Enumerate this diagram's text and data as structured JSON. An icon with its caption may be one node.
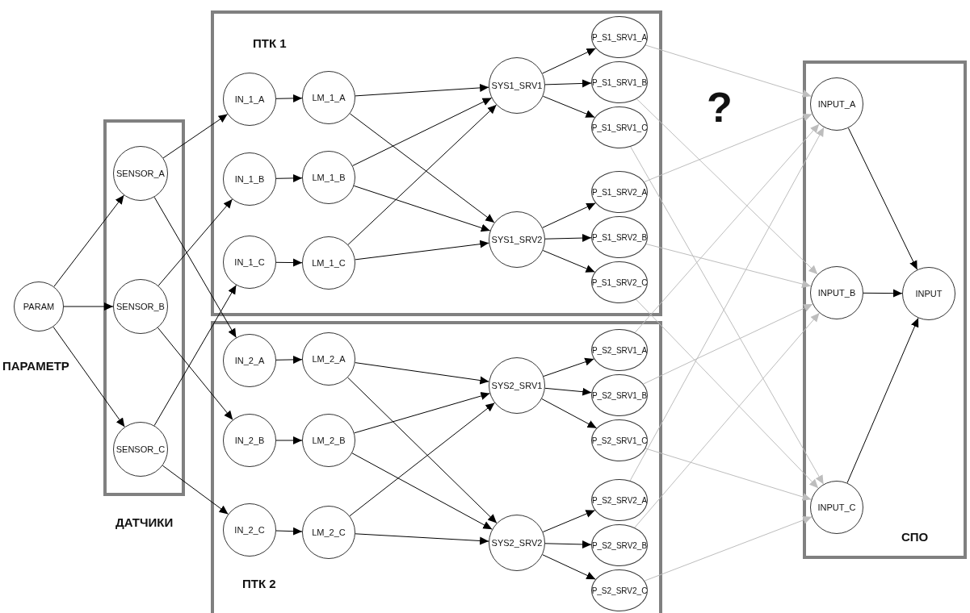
{
  "diagram": {
    "nodes": [
      {
        "text": [
          "PARAM"
        ],
        "beside": [
          "ПАРАМЕТР"
        ]
      },
      {
        "text": [
          "ДАТЧИКИ"
        ]
      },
      {
        "text": [
          "SENSOR_A"
        ],
        "in": 1
      },
      {
        "text": [
          "SENSOR_B"
        ],
        "in": 1
      },
      {
        "text": [
          "SENSOR_C"
        ],
        "in": 1
      },
      {
        "text": [
          "ПТК 1"
        ]
      },
      {
        "text": [
          "IN_1_A"
        ],
        "in": 5
      },
      {
        "text": [
          "IN_1_B"
        ],
        "in": 5
      },
      {
        "text": [
          "IN_1_C"
        ],
        "in": 5
      },
      {
        "text": [
          "LM_1_A"
        ],
        "in": 5
      },
      {
        "text": [
          "LM_1_B"
        ],
        "in": 5
      },
      {
        "text": [
          "LM_1_C"
        ],
        "in": 5
      },
      {
        "text": [
          "SYS1_SRV1"
        ],
        "in": 5
      },
      {
        "text": [
          "SYS1_SRV2"
        ],
        "in": 5
      },
      {
        "text": [
          "P_S1_SRV1_A"
        ],
        "in": 5
      },
      {
        "text": [
          "P_S1_SRV1_B"
        ],
        "in": 5
      },
      {
        "text": [
          "P_S1_SRV1_C"
        ],
        "in": 5
      },
      {
        "text": [
          "P_S1_SRV2_A"
        ],
        "in": 5
      },
      {
        "text": [
          "P_S1_SRV2_B"
        ],
        "in": 5
      },
      {
        "text": [
          "P_S1_SRV2_C"
        ],
        "in": 5
      },
      {
        "text": [
          "ПТК 2"
        ]
      },
      {
        "text": [
          "IN_2_A"
        ],
        "in": 20
      },
      {
        "text": [
          "IN_2_B"
        ],
        "in": 20
      },
      {
        "text": [
          "IN_2_C"
        ],
        "in": 20
      },
      {
        "text": [
          "LM_2_A"
        ],
        "in": 20
      },
      {
        "text": [
          "LM_2_B"
        ],
        "in": 20
      },
      {
        "text": [
          "LM_2_C"
        ],
        "in": 20
      },
      {
        "text": [
          "SYS2_SRV1"
        ],
        "in": 20
      },
      {
        "text": [
          "SYS2_SRV2"
        ],
        "in": 20
      },
      {
        "text": [
          "P_S2_SRV1_A"
        ],
        "in": 20
      },
      {
        "text": [
          "P_S2_SRV1_B"
        ],
        "in": 20
      },
      {
        "text": [
          "P_S2_SRV1_C"
        ],
        "in": 20
      },
      {
        "text": [
          "P_S2_SRV2_A"
        ],
        "in": 20
      },
      {
        "text": [
          "P_S2_SRV2_B"
        ],
        "in": 20
      },
      {
        "text": [
          "P_S2_SRV2_C"
        ],
        "in": 20
      },
      {
        "text": [
          "СПО"
        ]
      },
      {
        "text": [
          "INPUT_A"
        ],
        "in": 35
      },
      {
        "text": [
          "INPUT_B"
        ],
        "in": 35
      },
      {
        "text": [
          "INPUT_C"
        ],
        "in": 35
      },
      {
        "text": [
          "INPUT"
        ],
        "in": 35
      }
    ],
    "edges": [
      {
        "from": 0,
        "to": 2,
        "arrow": "to"
      },
      {
        "from": 0,
        "to": 3,
        "arrow": "to"
      },
      {
        "from": 0,
        "to": 4,
        "arrow": "to"
      },
      {
        "from": 2,
        "to": 6,
        "arrow": "to"
      },
      {
        "from": 2,
        "to": 21,
        "arrow": "to"
      },
      {
        "from": 3,
        "to": 7,
        "arrow": "to"
      },
      {
        "from": 3,
        "to": 22,
        "arrow": "to"
      },
      {
        "from": 4,
        "to": 8,
        "arrow": "to"
      },
      {
        "from": 4,
        "to": 23,
        "arrow": "to"
      },
      {
        "from": 6,
        "to": 9,
        "arrow": "to"
      },
      {
        "from": 7,
        "to": 10,
        "arrow": "to"
      },
      {
        "from": 8,
        "to": 11,
        "arrow": "to"
      },
      {
        "from": 9,
        "to": 12,
        "arrow": "to"
      },
      {
        "from": 9,
        "to": 13,
        "arrow": "to"
      },
      {
        "from": 10,
        "to": 12,
        "arrow": "to"
      },
      {
        "from": 10,
        "to": 13,
        "arrow": "to"
      },
      {
        "from": 11,
        "to": 12,
        "arrow": "to"
      },
      {
        "from": 11,
        "to": 13,
        "arrow": "to"
      },
      {
        "from": 12,
        "to": 14,
        "arrow": "to"
      },
      {
        "from": 12,
        "to": 15,
        "arrow": "to"
      },
      {
        "from": 12,
        "to": 16,
        "arrow": "to"
      },
      {
        "from": 13,
        "to": 17,
        "arrow": "to"
      },
      {
        "from": 13,
        "to": 18,
        "arrow": "to"
      },
      {
        "from": 13,
        "to": 19,
        "arrow": "to"
      },
      {
        "from": 21,
        "to": 24,
        "arrow": "to"
      },
      {
        "from": 22,
        "to": 25,
        "arrow": "to"
      },
      {
        "from": 23,
        "to": 26,
        "arrow": "to"
      },
      {
        "from": 24,
        "to": 27,
        "arrow": "to"
      },
      {
        "from": 24,
        "to": 28,
        "arrow": "to"
      },
      {
        "from": 25,
        "to": 27,
        "arrow": "to"
      },
      {
        "from": 25,
        "to": 28,
        "arrow": "to"
      },
      {
        "from": 26,
        "to": 27,
        "arrow": "to"
      },
      {
        "from": 26,
        "to": 28,
        "arrow": "to"
      },
      {
        "from": 27,
        "to": 29,
        "arrow": "to"
      },
      {
        "from": 27,
        "to": 30,
        "arrow": "to"
      },
      {
        "from": 27,
        "to": 31,
        "arrow": "to"
      },
      {
        "from": 28,
        "to": 32,
        "arrow": "to"
      },
      {
        "from": 28,
        "to": 33,
        "arrow": "to"
      },
      {
        "from": 28,
        "to": 34,
        "arrow": "to"
      },
      {
        "from": 14,
        "to": 36,
        "arrow": "to",
        "color": "#bdbdbd"
      },
      {
        "from": 15,
        "to": 37,
        "arrow": "to",
        "color": "#bdbdbd"
      },
      {
        "from": 16,
        "to": 38,
        "arrow": "to",
        "color": "#bdbdbd"
      },
      {
        "from": 17,
        "to": 36,
        "arrow": "to",
        "color": "#bdbdbd"
      },
      {
        "from": 18,
        "to": 37,
        "arrow": "to",
        "color": "#bdbdbd"
      },
      {
        "from": 19,
        "to": 38,
        "arrow": "to",
        "color": "#bdbdbd"
      },
      {
        "from": 29,
        "to": 36,
        "arrow": "to",
        "color": "#bdbdbd"
      },
      {
        "from": 30,
        "to": 37,
        "arrow": "to",
        "color": "#bdbdbd"
      },
      {
        "from": 31,
        "to": 38,
        "arrow": "to",
        "color": "#bdbdbd"
      },
      {
        "from": 32,
        "to": 36,
        "arrow": "to",
        "color": "#bdbdbd"
      },
      {
        "from": 33,
        "to": 37,
        "arrow": "to",
        "color": "#bdbdbd"
      },
      {
        "from": 34,
        "to": 38,
        "arrow": "to",
        "color": "#bdbdbd"
      },
      {
        "from": 36,
        "to": 39,
        "arrow": "to"
      },
      {
        "from": 37,
        "to": 39,
        "arrow": "to"
      },
      {
        "from": 38,
        "to": 39,
        "arrow": "to"
      }
    ],
    "labels": [
      "?"
    ]
  }
}
